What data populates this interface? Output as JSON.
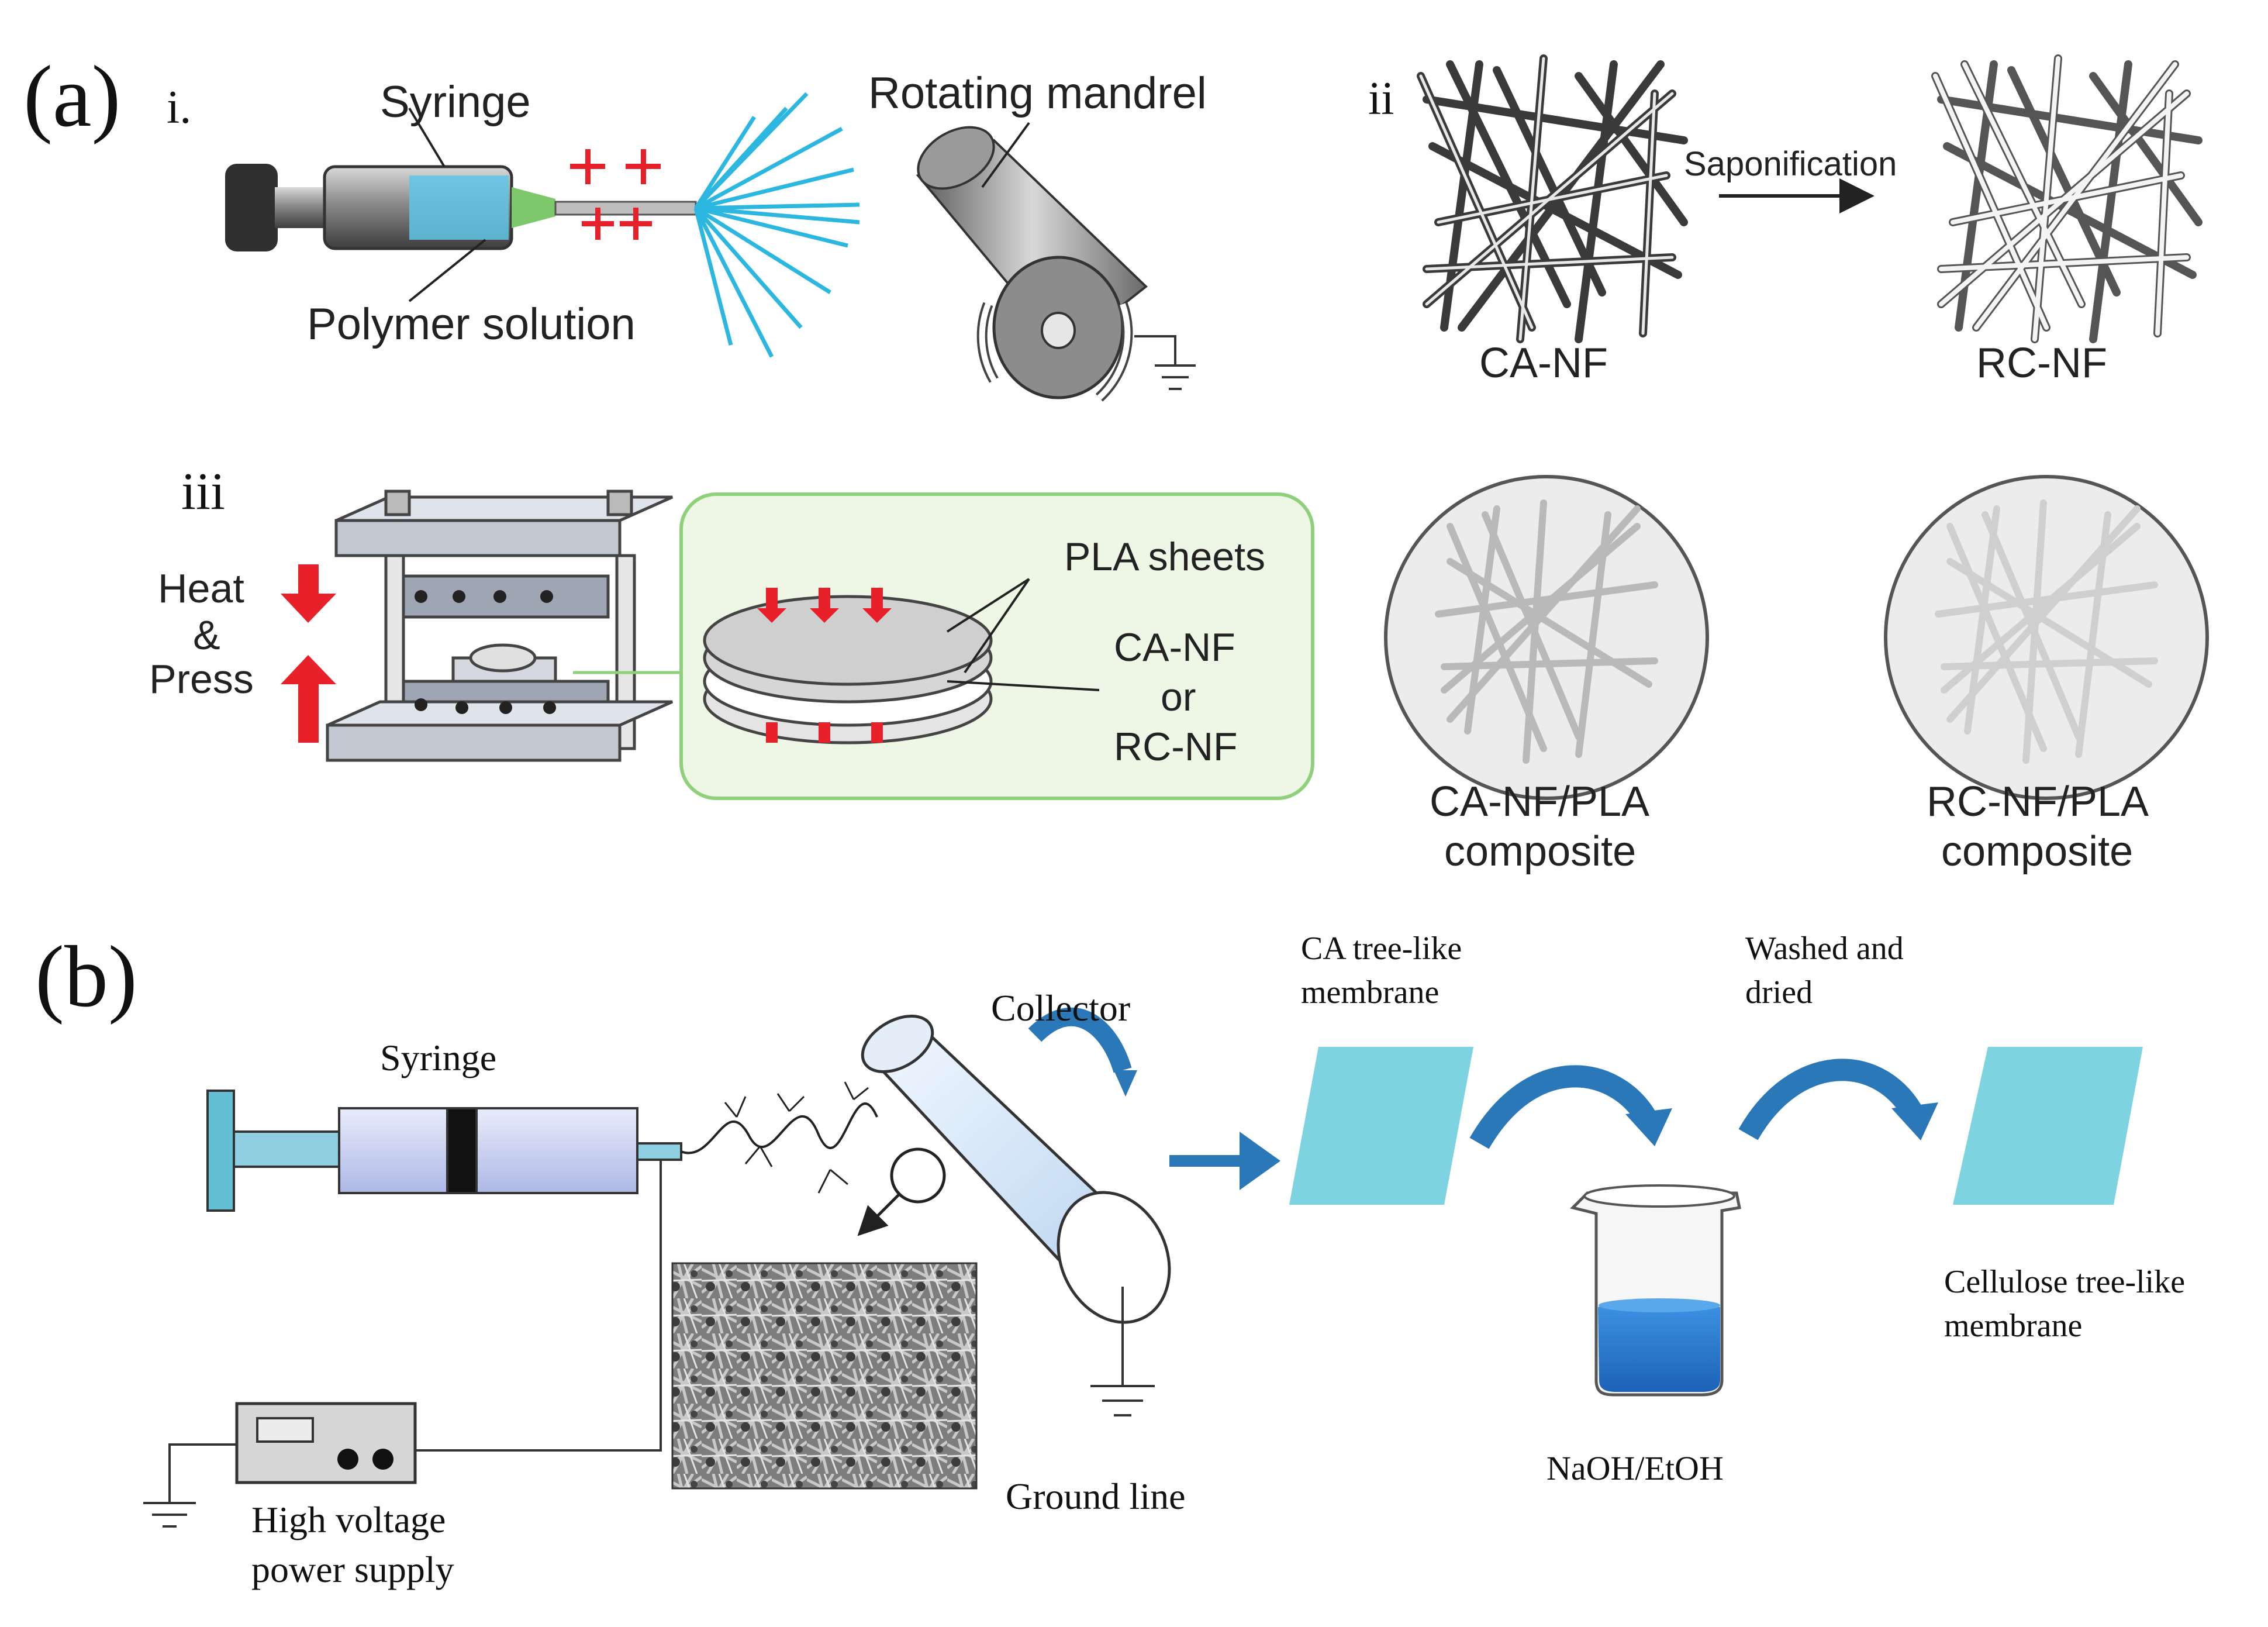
{
  "panel_a": {
    "label": "(a)",
    "sub_i": {
      "label": "i.",
      "syringe": "Syringe",
      "polymer_solution": "Polymer solution",
      "rotating_mandrel": "Rotating mandrel"
    },
    "sub_ii": {
      "label": "ii",
      "arrow_label": "Saponification",
      "left_label": "CA-NF",
      "right_label": "RC-NF",
      "composite_left_line1": "CA-NF/PLA",
      "composite_left_line2": "composite",
      "composite_right_line1": "RC-NF/PLA",
      "composite_right_line2": "composite"
    },
    "sub_iii": {
      "label": "iii",
      "heat": "Heat",
      "amp": "&",
      "press": "Press",
      "pla_sheets": "PLA sheets",
      "nf_line1": "CA-NF",
      "nf_line2": "or",
      "nf_line3": "RC-NF"
    }
  },
  "panel_b": {
    "label": "(b)",
    "syringe": "Syringe",
    "collector": "Collector",
    "ground_line": "Ground line",
    "power_line1": "High voltage",
    "power_line2": "power supply",
    "ca_membrane_line1": "CA tree-like",
    "ca_membrane_line2": "membrane",
    "washed_line1": "Washed and",
    "washed_line2": "dried",
    "solution": "NaOH/EtOH",
    "cellulose_line1": "Cellulose tree-like",
    "cellulose_line2": "membrane"
  },
  "colors": {
    "charge_red": "#e8202a",
    "fiber_cyan": "#2cb7e0",
    "green_inset": "#8fd07a",
    "membrane_cyan": "#7dd3e0",
    "process_arrow_blue": "#2a78b8",
    "beaker_liquid": "#2c7bd0"
  }
}
